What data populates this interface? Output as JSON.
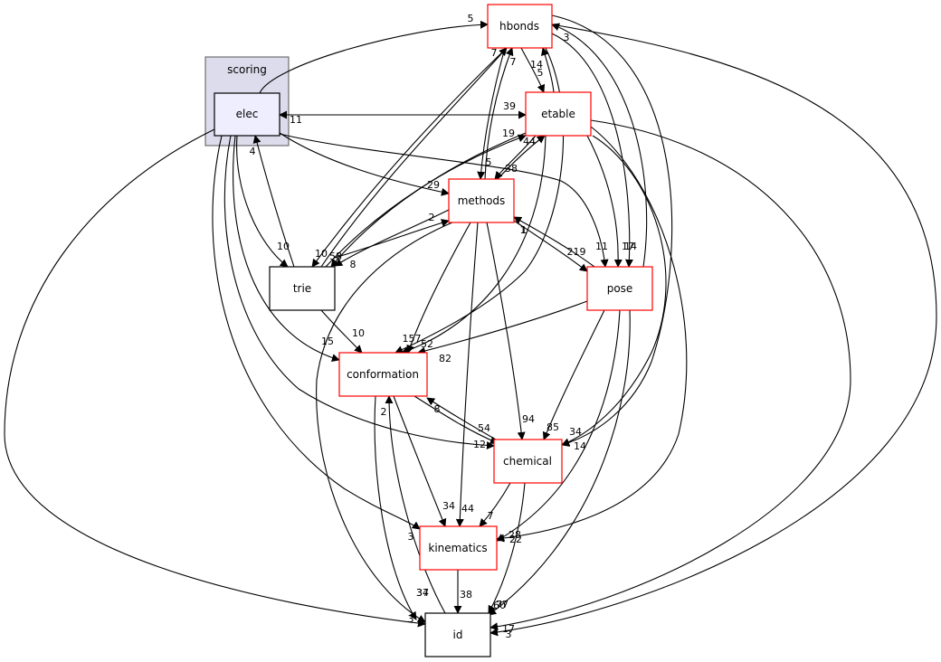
{
  "cluster": {
    "label": "scoring",
    "fill": "#dcdcec",
    "stroke": "#555555"
  },
  "nodes": {
    "elec": {
      "label": "elec",
      "fill": "#eeeeff",
      "stroke": "#000000"
    },
    "hbonds": {
      "label": "hbonds",
      "fill": "#ffffff",
      "stroke": "#ff0000"
    },
    "etable": {
      "label": "etable",
      "fill": "#ffffff",
      "stroke": "#ff0000"
    },
    "methods": {
      "label": "methods",
      "fill": "#ffffff",
      "stroke": "#ff0000"
    },
    "trie": {
      "label": "trie",
      "fill": "#ffffff",
      "stroke": "#000000"
    },
    "pose": {
      "label": "pose",
      "fill": "#ffffff",
      "stroke": "#ff0000"
    },
    "conformation": {
      "label": "conformation",
      "fill": "#ffffff",
      "stroke": "#ff0000"
    },
    "chemical": {
      "label": "chemical",
      "fill": "#ffffff",
      "stroke": "#ff0000"
    },
    "kinematics": {
      "label": "kinematics",
      "fill": "#ffffff",
      "stroke": "#ff0000"
    },
    "id": {
      "label": "id",
      "fill": "#ffffff",
      "stroke": "#000000"
    }
  },
  "edges": [
    {
      "from": "elec",
      "to": "hbonds",
      "label": "5"
    },
    {
      "from": "elec",
      "to": "etable",
      "label": "39"
    },
    {
      "from": "etable",
      "to": "elec",
      "label": "11"
    },
    {
      "from": "elec",
      "to": "methods",
      "label": "29"
    },
    {
      "from": "elec",
      "to": "trie",
      "label": "10"
    },
    {
      "from": "trie",
      "to": "elec",
      "label": "4"
    },
    {
      "from": "elec",
      "to": "pose",
      "label": "11"
    },
    {
      "from": "elec",
      "to": "conformation",
      "label": "15"
    },
    {
      "from": "elec",
      "to": "chemical",
      "label": "12"
    },
    {
      "from": "elec",
      "to": "kinematics",
      "label": "3"
    },
    {
      "from": "elec",
      "to": "id",
      "label": "3"
    },
    {
      "from": "hbonds",
      "to": "etable",
      "label": "5"
    },
    {
      "from": "etable",
      "to": "hbonds",
      "label": "14"
    },
    {
      "from": "hbonds",
      "to": "trie",
      "label": "10"
    },
    {
      "from": "trie",
      "to": "hbonds",
      "label": "7"
    },
    {
      "from": "methods",
      "to": "hbonds",
      "label": "7"
    },
    {
      "from": "hbonds",
      "to": "methods",
      "label": "5"
    },
    {
      "from": "pose",
      "to": "hbonds",
      "label": "3"
    },
    {
      "from": "hbonds",
      "to": "pose",
      "label": "14"
    },
    {
      "from": "etable",
      "to": "methods",
      "label": "38"
    },
    {
      "from": "methods",
      "to": "etable",
      "label": "44"
    },
    {
      "from": "etable",
      "to": "trie",
      "label": "58"
    },
    {
      "from": "trie",
      "to": "etable",
      "label": "19"
    },
    {
      "from": "etable",
      "to": "pose",
      "label": "17"
    },
    {
      "from": "etable",
      "to": "conformation",
      "label": "52"
    },
    {
      "from": "etable",
      "to": "chemical",
      "label": "34"
    },
    {
      "from": "etable",
      "to": "kinematics",
      "label": "28"
    },
    {
      "from": "etable",
      "to": "id",
      "label": "17"
    },
    {
      "from": "methods",
      "to": "trie",
      "label": "8"
    },
    {
      "from": "trie",
      "to": "methods",
      "label": "2"
    },
    {
      "from": "methods",
      "to": "pose",
      "label": "219"
    },
    {
      "from": "pose",
      "to": "methods",
      "label": "1"
    },
    {
      "from": "methods",
      "to": "conformation",
      "label": "157"
    },
    {
      "from": "methods",
      "to": "chemical",
      "label": "94"
    },
    {
      "from": "methods",
      "to": "kinematics",
      "label": "44"
    },
    {
      "from": "methods",
      "to": "id",
      "label": "34"
    },
    {
      "from": "trie",
      "to": "conformation",
      "label": "10"
    },
    {
      "from": "pose",
      "to": "conformation",
      "label": "82"
    },
    {
      "from": "pose",
      "to": "chemical",
      "label": "85"
    },
    {
      "from": "pose",
      "to": "kinematics",
      "label": "22"
    },
    {
      "from": "pose",
      "to": "id",
      "label": "77"
    },
    {
      "from": "hbonds",
      "to": "conformation",
      "label": "1"
    },
    {
      "from": "hbonds",
      "to": "chemical",
      "label": "14"
    },
    {
      "from": "hbonds",
      "to": "id",
      "label": "3"
    },
    {
      "from": "chemical",
      "to": "conformation",
      "label": "8"
    },
    {
      "from": "conformation",
      "to": "chemical",
      "label": "54"
    },
    {
      "from": "conformation",
      "to": "kinematics",
      "label": "34"
    },
    {
      "from": "conformation",
      "to": "id",
      "label": "37"
    },
    {
      "from": "id",
      "to": "conformation",
      "label": "2"
    },
    {
      "from": "chemical",
      "to": "kinematics",
      "label": "7"
    },
    {
      "from": "chemical",
      "to": "id",
      "label": "60"
    },
    {
      "from": "kinematics",
      "to": "id",
      "label": "38"
    }
  ]
}
